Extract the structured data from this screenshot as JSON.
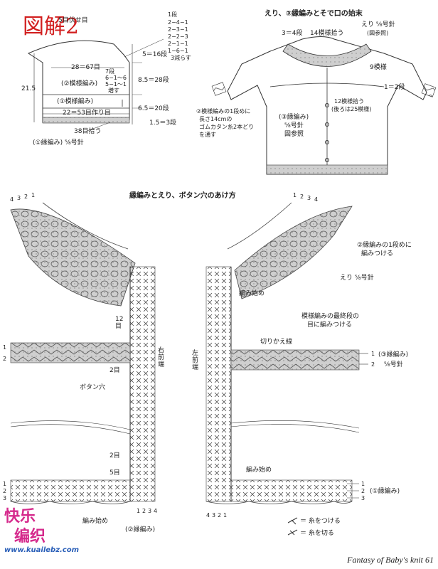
{
  "page_title": "図解2",
  "top_left": {
    "neck_labels": [
      "5目伏せ目"
    ],
    "width_top": "28＝67目",
    "width_bottom": "22＝53目作り目",
    "height_total": "21.5",
    "yoke_pattern": "(②模様編み)",
    "yoke_inc": [
      "7段",
      "6−1〜6",
      "5−1〜1",
      "増す"
    ],
    "body_pattern": "(①模様編み)",
    "pickup": "38目拾う",
    "edge": "(①縁編み) ⅝号針",
    "right_dims": [
      {
        "label": "5＝16段"
      },
      {
        "label": "8.5＝28段"
      },
      {
        "label": "6.5＝20段"
      },
      {
        "label": "1.5＝3段"
      }
    ],
    "dec_list": [
      "1段",
      "2−4−1",
      "2−3−1",
      "2−2−3",
      "2−1−1",
      "1−6−1",
      "3減らす"
    ]
  },
  "top_right": {
    "section_title": "えり、③縁編みとそで口の始末",
    "collar_note": "えり ⅝号針",
    "collar_sub": "(図参照)",
    "pickup_top": "3＝4段",
    "pickup_top2": "14模様拾う",
    "pattern9": "9模様",
    "band": "1＝2段",
    "pickup12": "12模様拾う",
    "pickup12_sub": "(後ろは25模様)",
    "border": "(③縁編み)",
    "needle": "⅝号針",
    "see_fig": "図参照",
    "elastic_note": [
      "②模様編みの1段めに",
      "長さ14cmの",
      "ゴムカタン糸2本どり",
      "を通す"
    ]
  },
  "bottom": {
    "section_title": "縁編みとえり、ボタン穴のあけ方",
    "left_side": {
      "rows_12": "12目",
      "right_front": "右前端",
      "two_rows": "2目",
      "buttonhole": "ボタン穴",
      "two_rows_b": "2目",
      "five_rows": "5目",
      "start": "編み始め",
      "edge2": "(②縁編み)",
      "nums_top": [
        "4",
        "3",
        "2",
        "1"
      ],
      "nums_bottom": [
        "1",
        "2",
        "3",
        "4"
      ],
      "rows_side": [
        "1",
        "2",
        "1",
        "2",
        "3"
      ]
    },
    "right_side": {
      "collar_attach": "②縁編みの1段めに",
      "collar_attach2": "編みつける",
      "collar": "えり ⅝号針",
      "start": "編み始め",
      "last_row_note": "模様編みの最終段の",
      "last_row_note2": "目に編みつける",
      "cut_line": "切りかえ線",
      "left_front": "左前端",
      "border3": "(③縁編み)",
      "needle3": "⅝号針",
      "start_b": "編み始め",
      "border1": "(①縁編み)",
      "legend_join": "＝ 糸をつける",
      "legend_cut": "＝ 糸を切る",
      "nums_bottom": [
        "4",
        "3",
        "2",
        "1"
      ],
      "nums_top": [
        "1",
        "2",
        "3",
        "4"
      ],
      "rows_side": [
        "1",
        "2",
        "1",
        "2",
        "3"
      ]
    }
  },
  "footer": "Fantasy of Baby's knit 61",
  "watermark": {
    "line1": "快乐",
    "line2": "编织",
    "url": "www.kuailebz.com"
  },
  "colors": {
    "title": "#d22020",
    "shade": "#c9c9c9",
    "line": "#333333",
    "watermark_pink": "#d52a8c",
    "watermark_blue": "#2a5fb8"
  }
}
